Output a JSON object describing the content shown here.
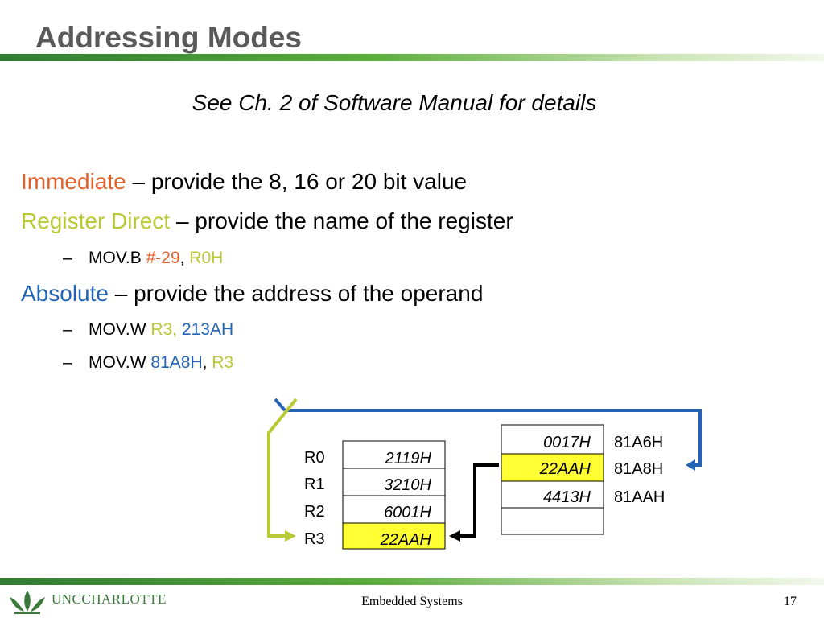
{
  "title": "Addressing Modes",
  "subtitle": "See Ch. 2 of Software Manual for details",
  "lines": {
    "immediate": {
      "term": "Immediate",
      "rest": " – provide the 8, 16 or 20 bit value"
    },
    "register_direct": {
      "term": "Register Direct",
      "rest": " – provide the name of the register"
    },
    "ex1": {
      "dash": "–",
      "op": "MOV.B ",
      "a": "#-29",
      "sep": ", ",
      "b": "R0H"
    },
    "absolute": {
      "term": "Absolute",
      "rest": " – provide the address of the operand"
    },
    "ex2": {
      "dash": "–",
      "op": "MOV.W ",
      "a": "R3, ",
      "b": "213AH"
    },
    "ex3": {
      "dash": "–",
      "op": "MOV.W ",
      "a": "81A8H",
      "sep": ", ",
      "b": "R3"
    }
  },
  "registers": [
    {
      "name": "R0",
      "value": "2119H"
    },
    {
      "name": "R1",
      "value": "3210H"
    },
    {
      "name": "R2",
      "value": "6001H"
    },
    {
      "name": "R3",
      "value": "22AAH"
    }
  ],
  "memory": [
    {
      "value": "0017H",
      "address": "81A6H"
    },
    {
      "value": "22AAH",
      "address": "81A8H"
    },
    {
      "value": "4413H",
      "address": "81AAH"
    },
    {
      "value": "",
      "address": ""
    }
  ],
  "colors": {
    "immediate": "#e4602b",
    "register": "#b7c934",
    "absolute": "#2364b6",
    "highlight": "#ffff33",
    "title": "#5a5a5a",
    "rule": "#4caf3a"
  },
  "footer": {
    "center": "Embedded Systems",
    "page": "17",
    "logo": "UNCCHARLOTTE"
  }
}
